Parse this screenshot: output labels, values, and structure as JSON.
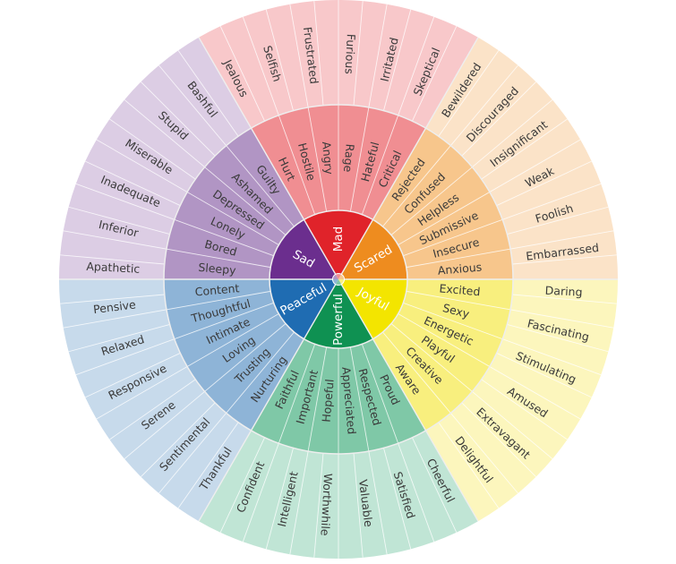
{
  "wheel": {
    "sectors": [
      {
        "core": "Sad",
        "colors": {
          "core": "#6b2e8e",
          "middle": "#b195c4",
          "outer": "#dccde4"
        },
        "middle": [
          "Sleepy",
          "Bored",
          "Lonely",
          "Depressed",
          "Ashamed",
          "Guilty"
        ],
        "outer": [
          "Apathetic",
          "Inferior",
          "Inadequate",
          "Miserable",
          "Stupid",
          "Bashful"
        ]
      },
      {
        "core": "Mad",
        "colors": {
          "core": "#e0232a",
          "middle": "#f08e92",
          "outer": "#f8c8ca"
        },
        "middle": [
          "Hurt",
          "Hostile",
          "Angry",
          "Rage",
          "Hateful",
          "Critical"
        ],
        "outer": [
          "Jealous",
          "Selfish",
          "Frustrated",
          "Furious",
          "Irritated",
          "Skeptical"
        ]
      },
      {
        "core": "Scared",
        "colors": {
          "core": "#ee8c1f",
          "middle": "#f7c68c",
          "outer": "#fbe3c8"
        },
        "middle": [
          "Rejected",
          "Confused",
          "Helpless",
          "Submissive",
          "Insecure",
          "Anxious"
        ],
        "outer": [
          "Bewildered",
          "Discouraged",
          "Insignificant",
          "Weak",
          "Foolish",
          "Embarrassed"
        ]
      },
      {
        "core": "Joyful",
        "colors": {
          "core": "#f3e500",
          "middle": "#f8ef7e",
          "outer": "#fcf6bd"
        },
        "middle": [
          "Excited",
          "Sexy",
          "Energetic",
          "Playful",
          "Creative",
          "Aware"
        ],
        "outer": [
          "Daring",
          "Fascinating",
          "Stimulating",
          "Amused",
          "Extravagant",
          "Delightful"
        ]
      },
      {
        "core": "Powerful",
        "colors": {
          "core": "#0f9152",
          "middle": "#7fc8a7",
          "outer": "#c0e5d5"
        },
        "middle": [
          "Proud",
          "Respected",
          "Appreciated",
          "Hopeful",
          "Important",
          "Faithful"
        ],
        "outer": [
          "Cheerful",
          "Satisfied",
          "Valuable",
          "Worthwhile",
          "Intelligent",
          "Confident"
        ]
      },
      {
        "core": "Peaceful",
        "colors": {
          "core": "#1f6cb2",
          "middle": "#8eb4d7",
          "outer": "#c7daeb"
        },
        "middle": [
          "Nurturing",
          "Trusting",
          "Loving",
          "Intimate",
          "Thoughtful",
          "Content"
        ],
        "outer": [
          "Thankful",
          "Sentimental",
          "Serene",
          "Responsive",
          "Relaxed",
          "Pensive"
        ]
      }
    ],
    "text_color": "#3a3a3a",
    "core_text_color": "#ffffff"
  }
}
